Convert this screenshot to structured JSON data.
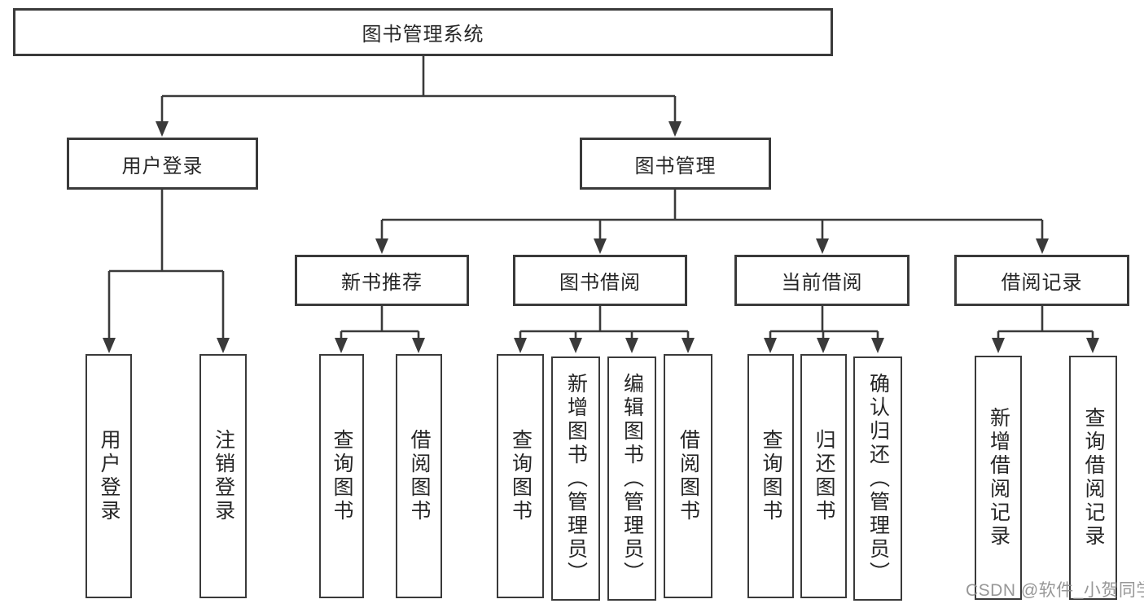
{
  "tree": {
    "root": {
      "label": "图书管理系统"
    },
    "branches": [
      {
        "label": "用户登录",
        "children": [
          {
            "label": "用户登录"
          },
          {
            "label": "注销登录"
          }
        ]
      },
      {
        "label": "图书管理",
        "children": [
          {
            "label": "新书推荐",
            "children": [
              {
                "label": "查询图书"
              },
              {
                "label": "借阅图书"
              }
            ]
          },
          {
            "label": "图书借阅",
            "children": [
              {
                "label": "查询图书"
              },
              {
                "label": "新增图书（管理员）"
              },
              {
                "label": "编辑图书（管理员）"
              },
              {
                "label": "借阅图书"
              }
            ]
          },
          {
            "label": "当前借阅",
            "children": [
              {
                "label": "查询图书"
              },
              {
                "label": "归还图书"
              },
              {
                "label": "确认归还（管理员）"
              }
            ]
          },
          {
            "label": "借阅记录",
            "children": [
              {
                "label": "新增借阅记录"
              },
              {
                "label": "查询借阅记录"
              }
            ]
          }
        ]
      }
    ]
  },
  "watermark": {
    "text": "CSDN @软件_小贺同学"
  },
  "colors": {
    "line": "#3a3a3a",
    "text": "#262626",
    "background": "#ffffff",
    "watermark": "#8c8c8c"
  }
}
